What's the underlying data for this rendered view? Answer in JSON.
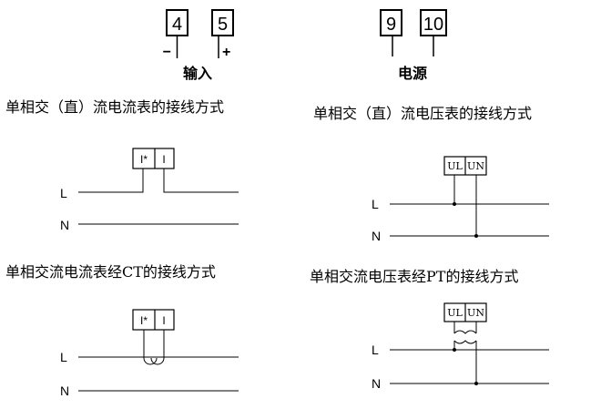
{
  "top_terminals": {
    "input": {
      "left": "4",
      "right": "5",
      "minus": "−",
      "plus": "+",
      "label": "输入"
    },
    "power": {
      "left": "9",
      "right": "10",
      "label": "电源"
    }
  },
  "sections": {
    "dc_current": {
      "title": "单相交（直）流电流表的接线方式",
      "terminal_a": "I*",
      "terminal_b": "I",
      "line_l": "L",
      "line_n": "N"
    },
    "dc_voltage": {
      "title": "单相交（直）流电压表的接线方式",
      "terminal_a": "UL",
      "terminal_b": "UN",
      "line_l": "L",
      "line_n": "N"
    },
    "ct_current": {
      "title": "单相交流电流表经CT的接线方式",
      "terminal_a": "I*",
      "terminal_b": "I",
      "line_l": "L",
      "line_n": "N"
    },
    "pt_voltage": {
      "title": "单相交流电压表经PT的接线方式",
      "terminal_a": "UL",
      "terminal_b": "UN",
      "line_l": "L",
      "line_n": "N"
    }
  }
}
